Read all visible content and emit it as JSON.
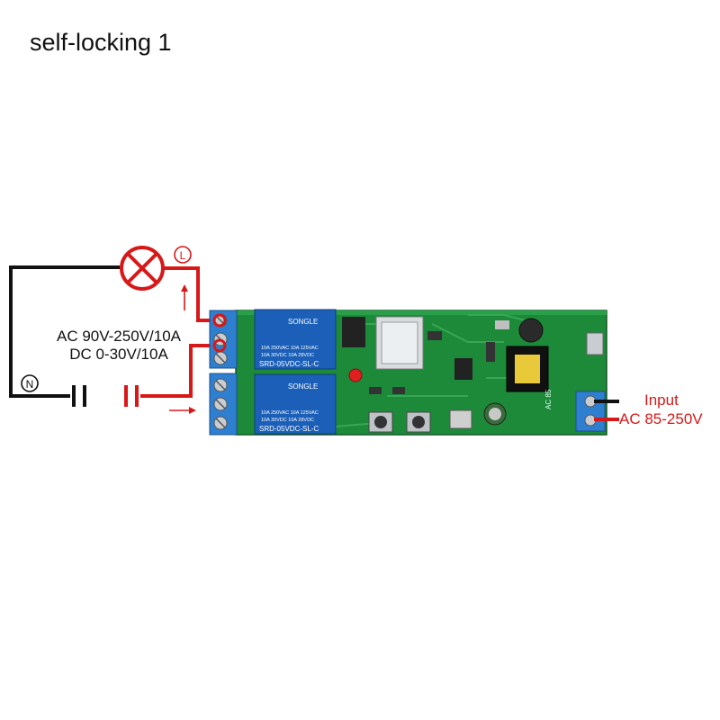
{
  "title": "self-locking 1",
  "load_rating": {
    "ac": "AC 90V-250V/10A",
    "dc": "DC 0-30V/10A"
  },
  "terminals": {
    "live": "L",
    "neutral": "N"
  },
  "power_input": {
    "label": "Input",
    "range": "AC 85-250V"
  },
  "board": {
    "relay_brand": "SONGLE",
    "relay_model": "SRD-05VDC-SL-C",
    "relay_rating_ac": "10A 250VAC  10A 125VAC",
    "relay_rating_dc": "10A 30VDC   10A 28VDC",
    "ac_marking": "AC 85"
  },
  "colors": {
    "live_wire": "#d81818",
    "neutral_wire": "#111111",
    "pcb": "#1d8a3a",
    "relay": "#1b5fb8",
    "terminal_block": "#2f7fd0"
  }
}
